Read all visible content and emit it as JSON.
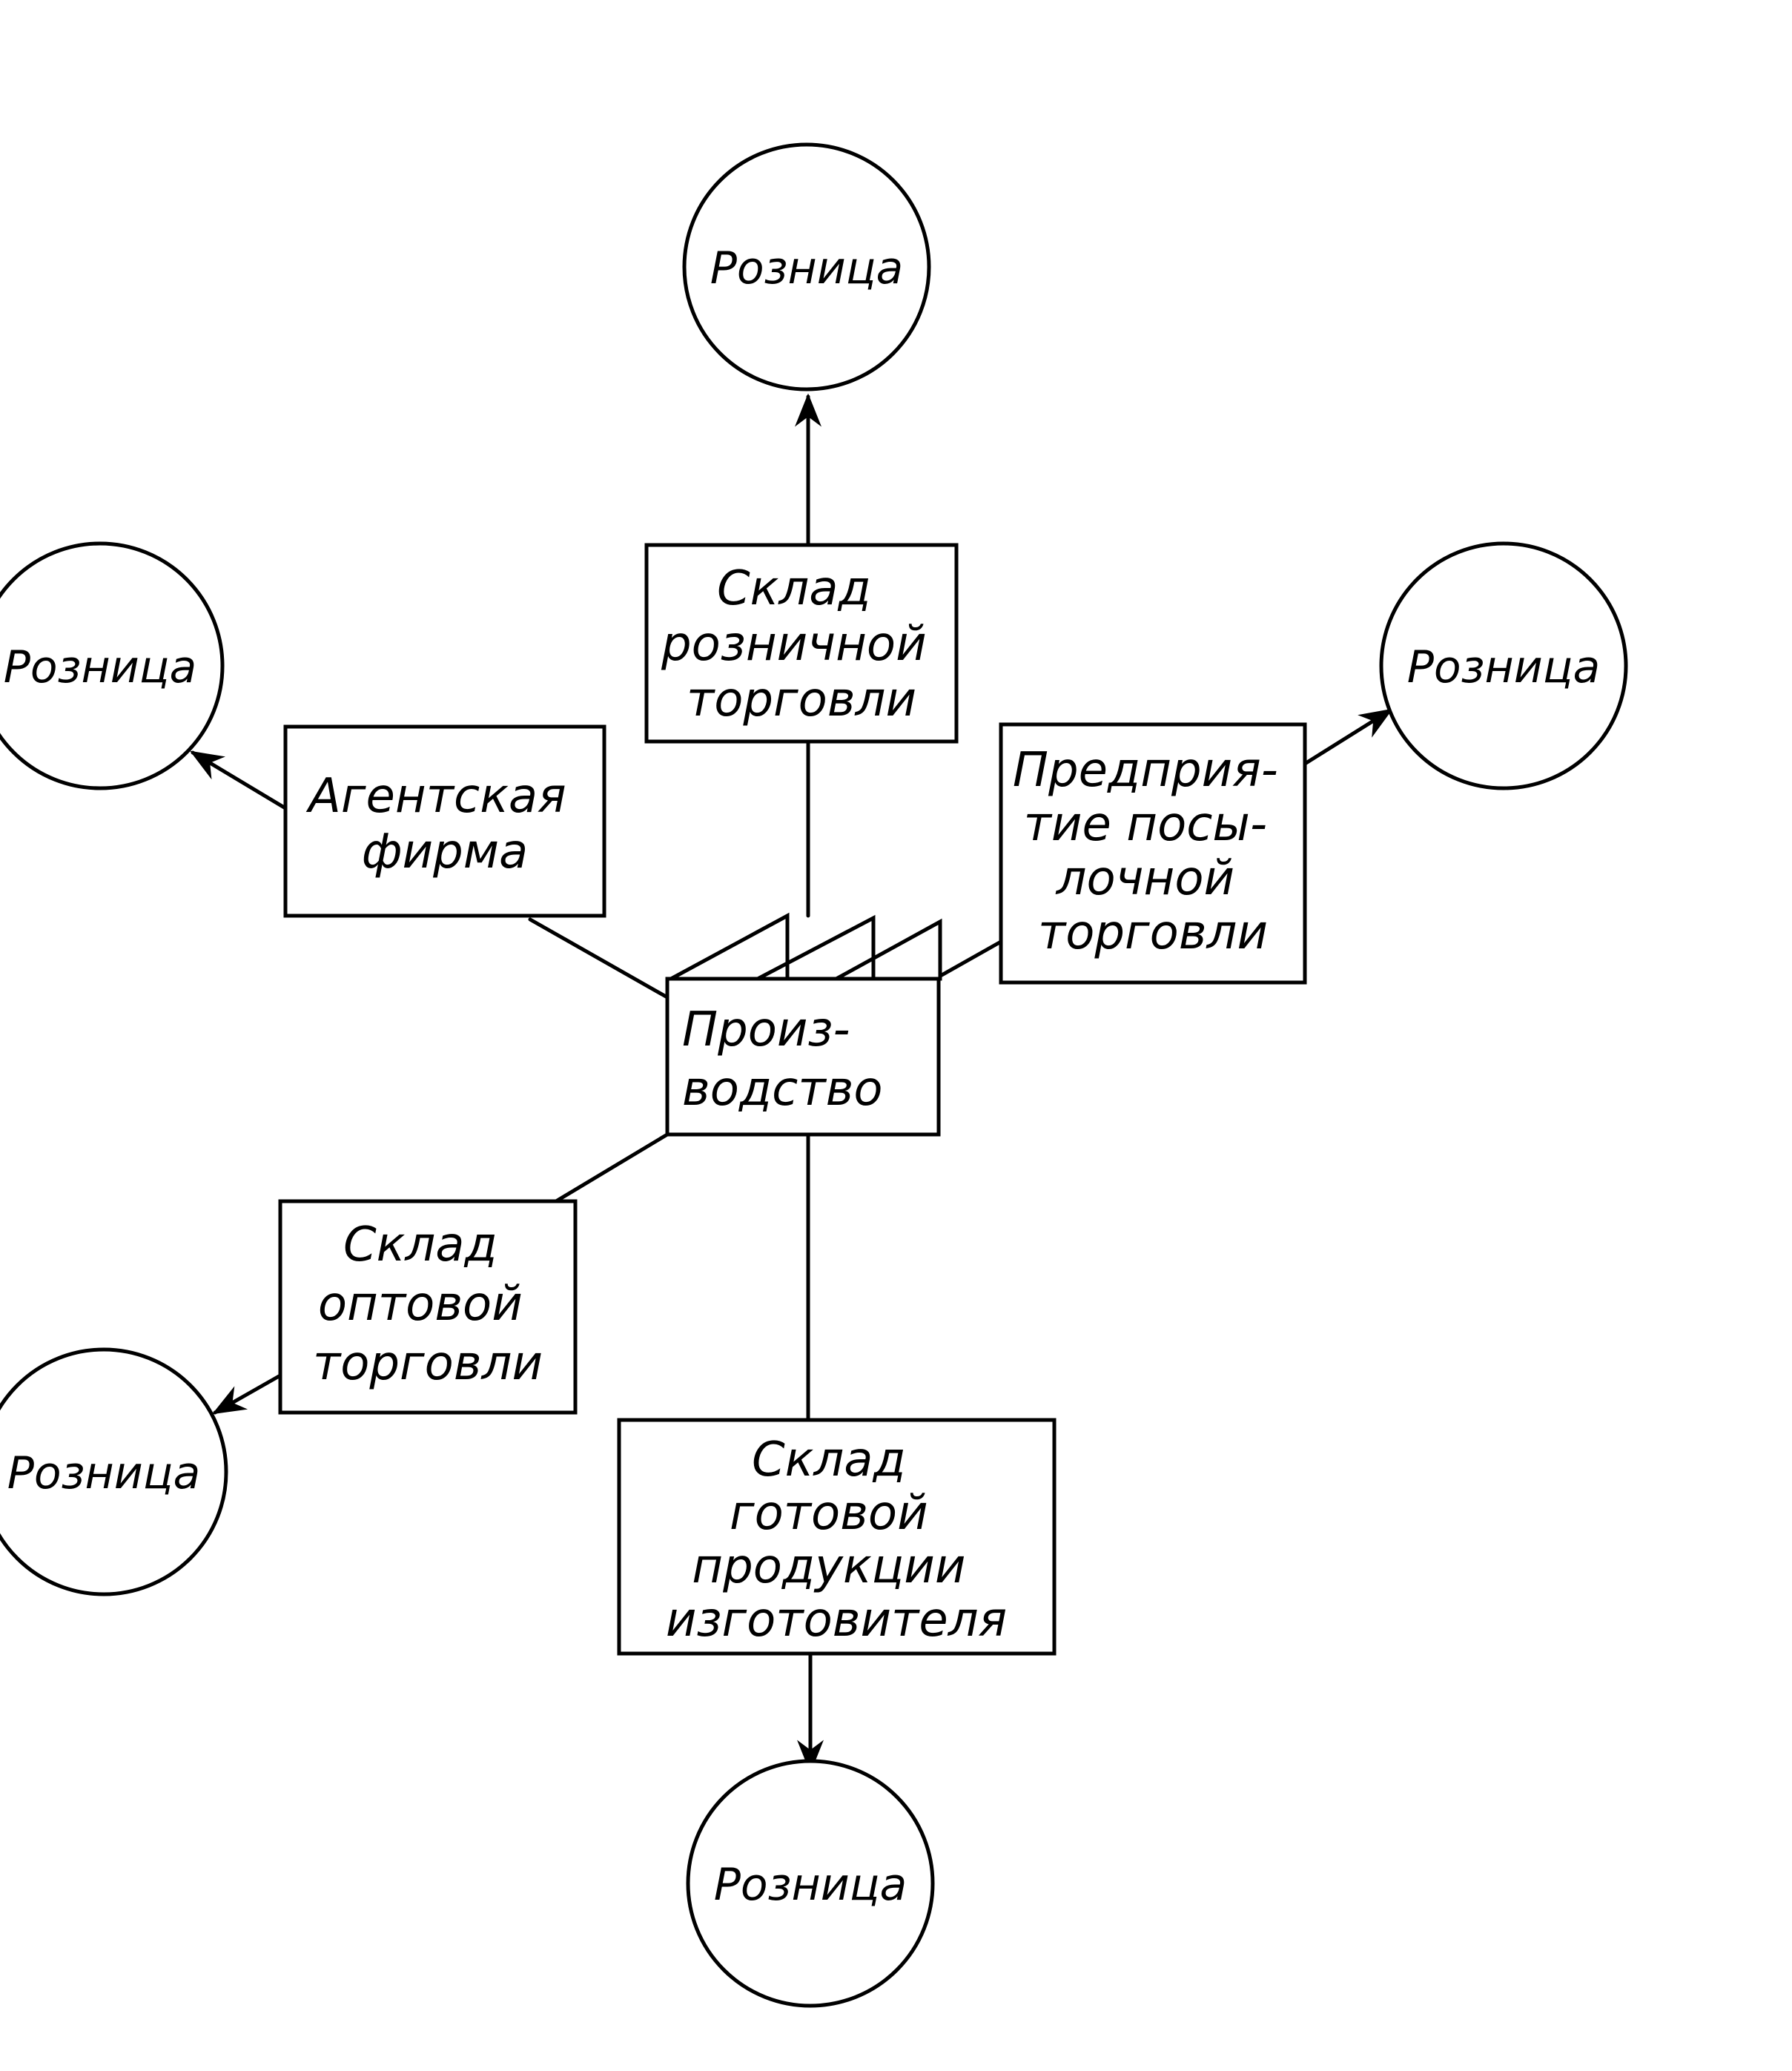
{
  "retail_label": "Розница",
  "nodes": {
    "production": {
      "lines": [
        "Произ-",
        "водство"
      ]
    },
    "retail_warehouse": {
      "lines": [
        "Склад",
        "розничной",
        "торговли"
      ]
    },
    "agency_firm": {
      "lines": [
        "Агентская",
        "фирма"
      ]
    },
    "mail_order": {
      "lines": [
        "Предприя-",
        "тие посы-",
        "лочной",
        "торговли"
      ]
    },
    "wholesale_warehouse": {
      "lines": [
        "Склад",
        "оптовой",
        "торговли"
      ]
    },
    "manufacturer_warehouse": {
      "lines": [
        "Склад",
        "готовой",
        "продукции",
        "изготовителя"
      ]
    }
  },
  "edges": [
    {
      "from": "production",
      "to": "retail_warehouse",
      "arrow": false
    },
    {
      "from": "retail_warehouse",
      "to": "retail_top",
      "arrow": true
    },
    {
      "from": "production",
      "to": "agency_firm",
      "arrow": false
    },
    {
      "from": "agency_firm",
      "to": "retail_upper_left",
      "arrow": true
    },
    {
      "from": "production",
      "to": "mail_order",
      "arrow": false
    },
    {
      "from": "mail_order",
      "to": "retail_upper_right",
      "arrow": true
    },
    {
      "from": "production",
      "to": "wholesale_warehouse",
      "arrow": false
    },
    {
      "from": "wholesale_warehouse",
      "to": "retail_lower_left",
      "arrow": true
    },
    {
      "from": "production",
      "to": "manufacturer_warehouse",
      "arrow": false
    },
    {
      "from": "manufacturer_warehouse",
      "to": "retail_bottom",
      "arrow": true
    }
  ]
}
